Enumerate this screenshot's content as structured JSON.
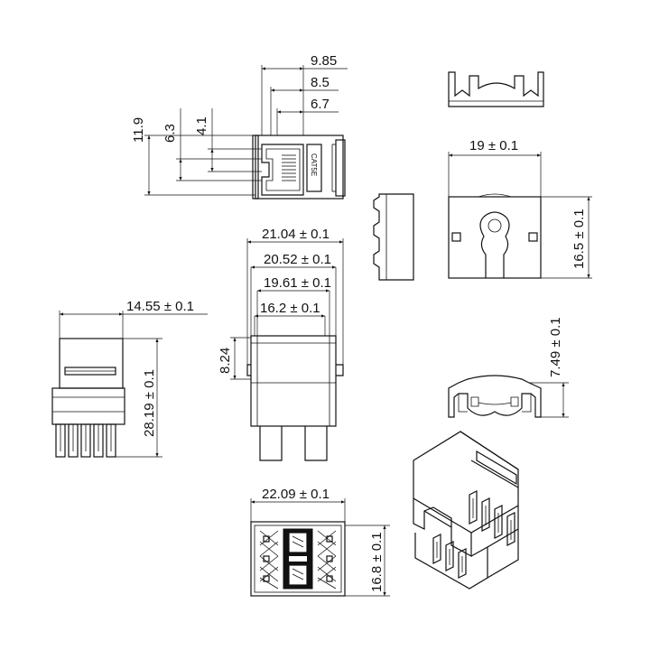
{
  "dimensions": {
    "top_w1": "9.85",
    "top_w2": "8.5",
    "top_w3": "6.7",
    "top_h1": "11.9",
    "top_h2": "6.3",
    "top_h3": "4.1",
    "front_w": "19 ± 0.1",
    "front_h": "16.5 ± 0.1",
    "side_w1": "21.04 ± 0.1",
    "side_w2": "20.52 ± 0.1",
    "side_w3": "19.61 ± 0.1",
    "side_w4": "16.2 ± 0.1",
    "side_h": "8.24",
    "left_w": "14.55 ± 0.1",
    "left_h": "28.19 ± 0.1",
    "clip_h": "7.49 ± 0.1",
    "bottom_w": "22.09 ± 0.1",
    "bottom_h": "16.8 ± 0.1"
  },
  "labels": {
    "cat_label": "CAT5E"
  }
}
